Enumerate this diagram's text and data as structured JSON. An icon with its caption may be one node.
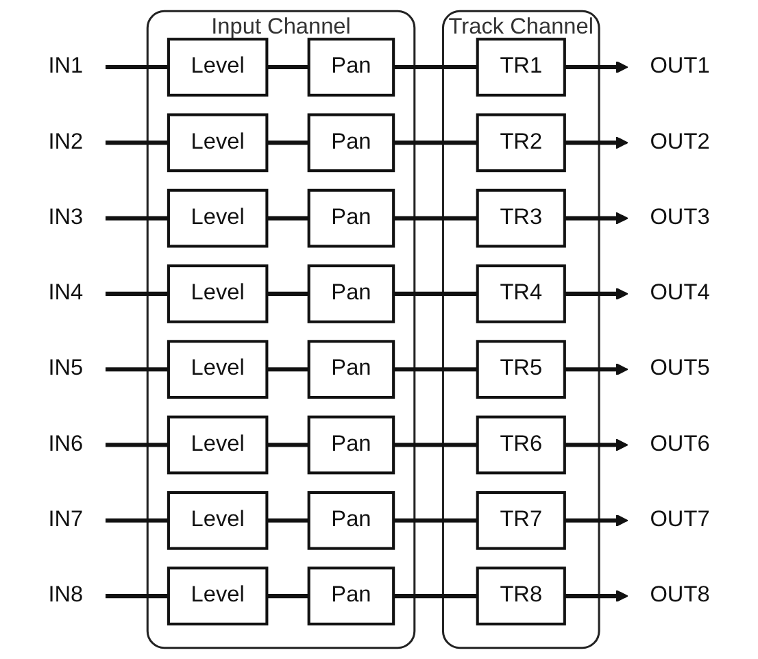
{
  "diagram": {
    "nodes": [
      {
        "text": [
          "Input Channel"
        ]
      },
      {
        "text": [
          "Track Channel"
        ]
      },
      {
        "text": [
          "IN1"
        ]
      },
      {
        "text": [
          "Level"
        ],
        "in": 0
      },
      {
        "text": [
          "Pan"
        ],
        "in": 0
      },
      {
        "text": [
          "TR1"
        ],
        "in": 1
      },
      {
        "text": [
          "OUT1"
        ]
      },
      {
        "text": [
          "IN2"
        ]
      },
      {
        "text": [
          "Level"
        ],
        "in": 0
      },
      {
        "text": [
          "Pan"
        ],
        "in": 0
      },
      {
        "text": [
          "TR2"
        ],
        "in": 1
      },
      {
        "text": [
          "OUT2"
        ]
      },
      {
        "text": [
          "IN3"
        ]
      },
      {
        "text": [
          "Level"
        ],
        "in": 0
      },
      {
        "text": [
          "Pan"
        ],
        "in": 0
      },
      {
        "text": [
          "TR3"
        ],
        "in": 1
      },
      {
        "text": [
          "OUT3"
        ]
      },
      {
        "text": [
          "IN4"
        ]
      },
      {
        "text": [
          "Level"
        ],
        "in": 0
      },
      {
        "text": [
          "Pan"
        ],
        "in": 0
      },
      {
        "text": [
          "TR4"
        ],
        "in": 1
      },
      {
        "text": [
          "OUT4"
        ]
      },
      {
        "text": [
          "IN5"
        ]
      },
      {
        "text": [
          "Level"
        ],
        "in": 0
      },
      {
        "text": [
          "Pan"
        ],
        "in": 0
      },
      {
        "text": [
          "TR5"
        ],
        "in": 1
      },
      {
        "text": [
          "OUT5"
        ]
      },
      {
        "text": [
          "IN6"
        ]
      },
      {
        "text": [
          "Level"
        ],
        "in": 0
      },
      {
        "text": [
          "Pan"
        ],
        "in": 0
      },
      {
        "text": [
          "TR6"
        ],
        "in": 1
      },
      {
        "text": [
          "OUT6"
        ]
      },
      {
        "text": [
          "IN7"
        ]
      },
      {
        "text": [
          "Level"
        ],
        "in": 0
      },
      {
        "text": [
          "Pan"
        ],
        "in": 0
      },
      {
        "text": [
          "TR7"
        ],
        "in": 1
      },
      {
        "text": [
          "OUT7"
        ]
      },
      {
        "text": [
          "IN8"
        ]
      },
      {
        "text": [
          "Level"
        ],
        "in": 0
      },
      {
        "text": [
          "Pan"
        ],
        "in": 0
      },
      {
        "text": [
          "TR8"
        ],
        "in": 1
      },
      {
        "text": [
          "OUT8"
        ]
      }
    ],
    "edges": [
      {
        "from": 2,
        "to": 3,
        "arrow": "none"
      },
      {
        "from": 3,
        "to": 4,
        "arrow": "none"
      },
      {
        "from": 4,
        "to": 5,
        "arrow": "none"
      },
      {
        "from": 5,
        "to": 6,
        "arrow": "to"
      },
      {
        "from": 7,
        "to": 8,
        "arrow": "none"
      },
      {
        "from": 8,
        "to": 9,
        "arrow": "none"
      },
      {
        "from": 9,
        "to": 10,
        "arrow": "none"
      },
      {
        "from": 10,
        "to": 11,
        "arrow": "to"
      },
      {
        "from": 12,
        "to": 13,
        "arrow": "none"
      },
      {
        "from": 13,
        "to": 14,
        "arrow": "none"
      },
      {
        "from": 14,
        "to": 15,
        "arrow": "none"
      },
      {
        "from": 15,
        "to": 16,
        "arrow": "to"
      },
      {
        "from": 17,
        "to": 18,
        "arrow": "none"
      },
      {
        "from": 18,
        "to": 19,
        "arrow": "none"
      },
      {
        "from": 19,
        "to": 20,
        "arrow": "none"
      },
      {
        "from": 20,
        "to": 21,
        "arrow": "to"
      },
      {
        "from": 22,
        "to": 23,
        "arrow": "none"
      },
      {
        "from": 23,
        "to": 24,
        "arrow": "none"
      },
      {
        "from": 24,
        "to": 25,
        "arrow": "none"
      },
      {
        "from": 25,
        "to": 26,
        "arrow": "to"
      },
      {
        "from": 27,
        "to": 28,
        "arrow": "none"
      },
      {
        "from": 28,
        "to": 29,
        "arrow": "none"
      },
      {
        "from": 29,
        "to": 30,
        "arrow": "none"
      },
      {
        "from": 30,
        "to": 31,
        "arrow": "to"
      },
      {
        "from": 32,
        "to": 33,
        "arrow": "none"
      },
      {
        "from": 33,
        "to": 34,
        "arrow": "none"
      },
      {
        "from": 34,
        "to": 35,
        "arrow": "none"
      },
      {
        "from": 35,
        "to": 36,
        "arrow": "to"
      },
      {
        "from": 37,
        "to": 38,
        "arrow": "none"
      },
      {
        "from": 38,
        "to": 39,
        "arrow": "none"
      },
      {
        "from": 39,
        "to": 40,
        "arrow": "none"
      },
      {
        "from": 40,
        "to": 41,
        "arrow": "to"
      }
    ]
  }
}
